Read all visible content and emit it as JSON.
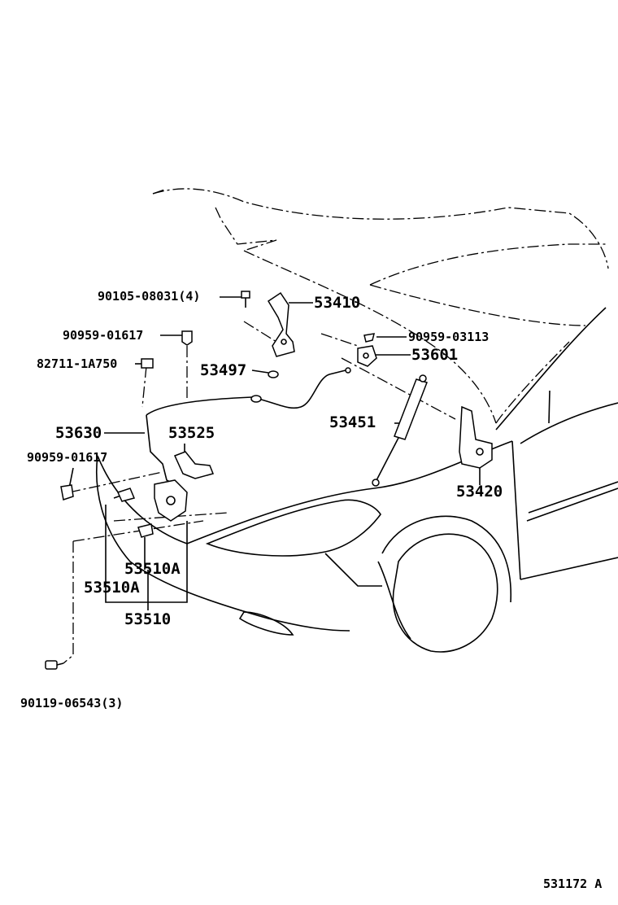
{
  "parts": {
    "bolt_hinge": "90105-08031(4)",
    "hood_hinge_lh": "53410",
    "clip_a": "90959-01617",
    "clip_b": "90959-03113",
    "label_part": "82711-1A750",
    "cushion": "53497",
    "hinge_stay": "53601",
    "hood_support": "53451",
    "release_cable": "53630",
    "lock_bracket": "53525",
    "clip_c": "90959-01617",
    "hood_hinge_rh": "53420",
    "lock_a": "53510A",
    "lock_b": "53510A",
    "lock_assy": "53510",
    "bolt_lock": "90119-06543(3)",
    "diagram_id": "531172 A"
  },
  "icons": [
    "bolt-icon",
    "clip-icon",
    "hinge-icon",
    "gas-strut-icon",
    "hood-lock-icon",
    "cable-icon"
  ]
}
